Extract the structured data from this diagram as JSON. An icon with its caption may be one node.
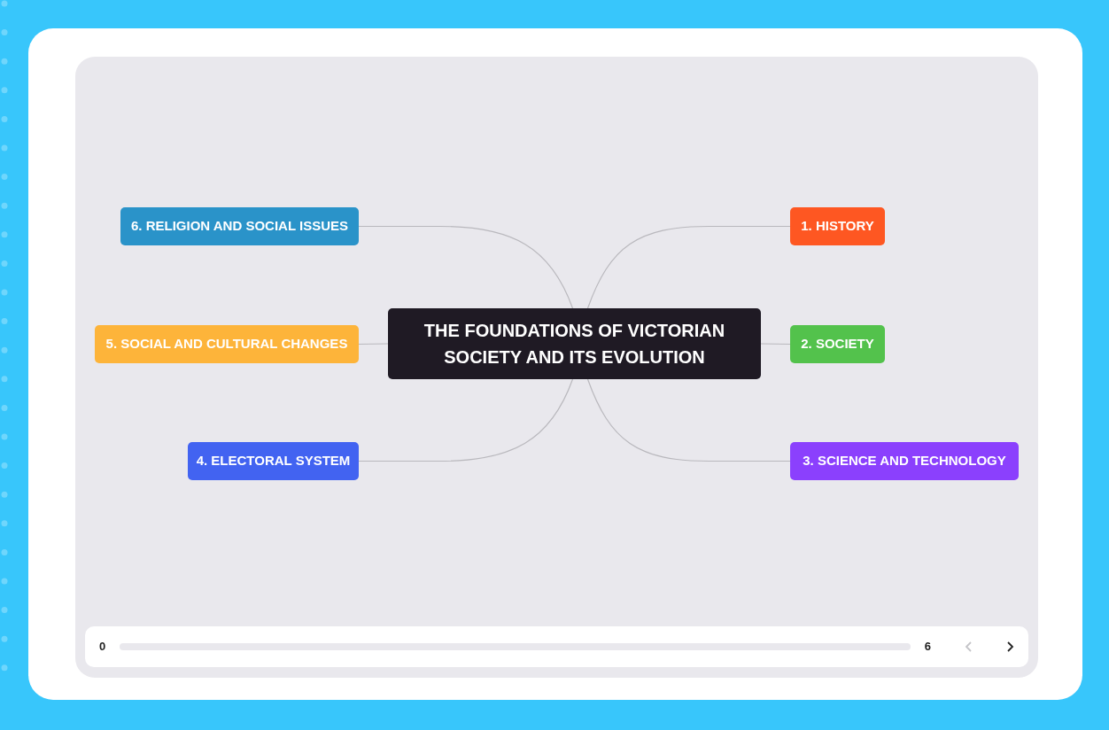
{
  "diagram": {
    "nodes": [
      {
        "text": [
          "THE FOUNDATIONS OF VICTORIAN SOCIETY AND ITS EVOLUTION"
        ]
      },
      {
        "text": [
          "1. HISTORY"
        ]
      },
      {
        "text": [
          "2. SOCIETY"
        ]
      },
      {
        "text": [
          "3. SCIENCE AND TECHNOLOGY"
        ]
      },
      {
        "text": [
          "4. ELECTORAL SYSTEM"
        ]
      },
      {
        "text": [
          "5. SOCIAL AND CULTURAL CHANGES"
        ]
      },
      {
        "text": [
          "6. RELIGION AND SOCIAL ISSUES"
        ]
      }
    ],
    "edges": [
      {
        "from": 0,
        "to": 1,
        "arrow": "none"
      },
      {
        "from": 0,
        "to": 2,
        "arrow": "none"
      },
      {
        "from": 0,
        "to": 3,
        "arrow": "none"
      },
      {
        "from": 0,
        "to": 4,
        "arrow": "none"
      },
      {
        "from": 0,
        "to": 5,
        "arrow": "none"
      },
      {
        "from": 0,
        "to": 6,
        "arrow": "none"
      }
    ],
    "labels": [
      "0",
      "6"
    ]
  }
}
